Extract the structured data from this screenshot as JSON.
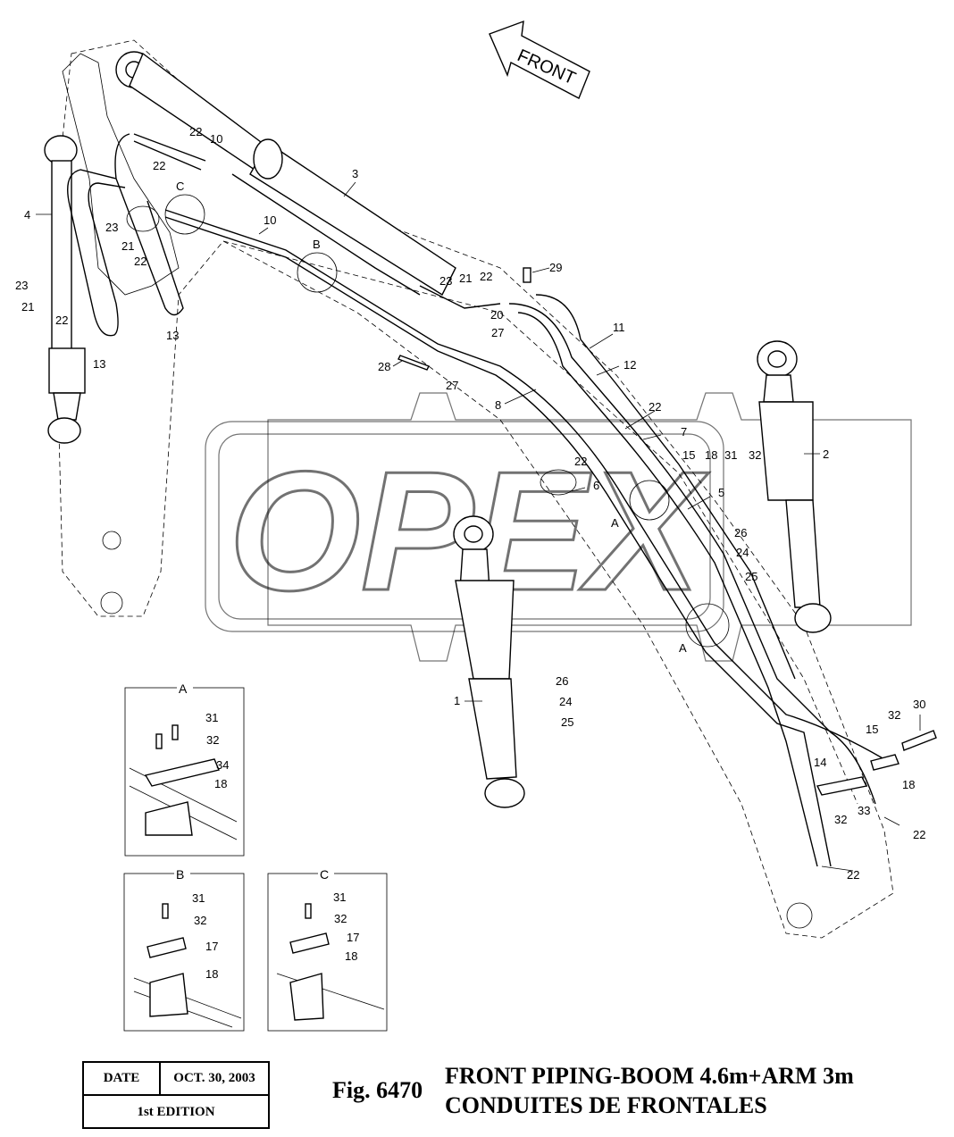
{
  "direction_arrow": {
    "label": "FRONT"
  },
  "watermark": {
    "text": "OPEX"
  },
  "section_markers": [
    "A",
    "A",
    "B",
    "C"
  ],
  "callouts": {
    "c1": "1",
    "c2": "2",
    "c3": "3",
    "c4": "4",
    "c5": "5",
    "c6": "6",
    "c7": "7",
    "c8": "8",
    "c10a": "10",
    "c10b": "10",
    "c11": "11",
    "c12": "12",
    "c13a": "13",
    "c13b": "13",
    "c14": "14",
    "c15a": "15",
    "c15b": "15",
    "c18": "18",
    "c18b": "18",
    "c20": "20",
    "c21a": "21",
    "c21b": "21",
    "c21c": "21",
    "c22a": "22",
    "c22b": "22",
    "c22c": "22",
    "c22d": "22",
    "c22e": "22",
    "c22f": "22",
    "c22g": "22",
    "c22h": "22",
    "c22i": "22",
    "c23a": "23",
    "c23b": "23",
    "c23c": "23",
    "c24a": "24",
    "c24b": "24",
    "c25a": "25",
    "c25b": "25",
    "c26a": "26",
    "c26b": "26",
    "c27a": "27",
    "c27b": "27",
    "c28": "28",
    "c29": "29",
    "c30": "30",
    "c31": "31",
    "c32a": "32",
    "c32b": "32",
    "c32c": "32",
    "c33": "33"
  },
  "detail_a": {
    "title": "A",
    "labels": [
      "31",
      "32",
      "34",
      "18"
    ]
  },
  "detail_b": {
    "title": "B",
    "labels": [
      "31",
      "32",
      "17",
      "18"
    ]
  },
  "detail_c": {
    "title": "C",
    "labels": [
      "31",
      "32",
      "17",
      "18"
    ]
  },
  "title_block": {
    "date_label": "DATE",
    "date_value": "OCT. 30, 2003",
    "edition": "1st EDITION",
    "fig_label": "Fig. 6470",
    "title_en": "FRONT PIPING-BOOM 4.6m+ARM 3m",
    "title_fr": "CONDUITES DE FRONTALES"
  }
}
